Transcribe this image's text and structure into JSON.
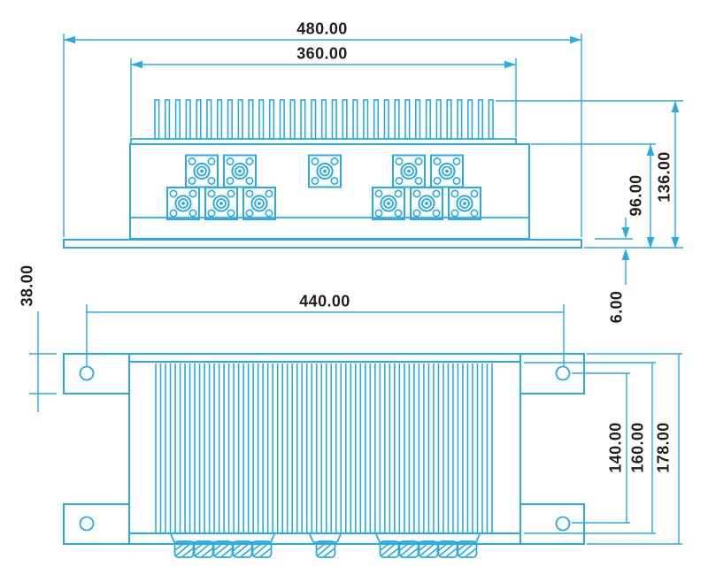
{
  "drawing": {
    "type": "mechanical-dimension-drawing",
    "units_implied": "mm",
    "colors": {
      "line": "#29abe2",
      "text": "#231f20",
      "background": "#ffffff"
    },
    "views": {
      "front": {
        "name": "front-elevation",
        "dims": {
          "overall_width": "480.00",
          "heatsink_width": "360.00",
          "total_height": "136.00",
          "body_height": "96.00",
          "base_plate_thickness": "6.00"
        },
        "features": {
          "fin_count": 33,
          "upper_connector_centers": [
            228,
            271,
            367,
            462,
            505
          ],
          "lower_connector_centers": [
            207,
            250,
            293,
            439,
            482,
            525
          ]
        }
      },
      "top": {
        "name": "top-plan",
        "dims": {
          "mounting_hole_spacing": "440.00",
          "mounting_tab_height": "38.00",
          "hole_row_spacing": "140.00",
          "body_depth": "160.00",
          "overall_depth": "178.00"
        },
        "features": {
          "fin_line_count": 70,
          "mounting_hole_count": 4,
          "connector_group_left": [
            208,
            230,
            252,
            274,
            296
          ],
          "connector_group_mid": [
            368
          ],
          "connector_group_right": [
            440,
            462,
            484,
            506,
            528
          ]
        }
      }
    }
  }
}
